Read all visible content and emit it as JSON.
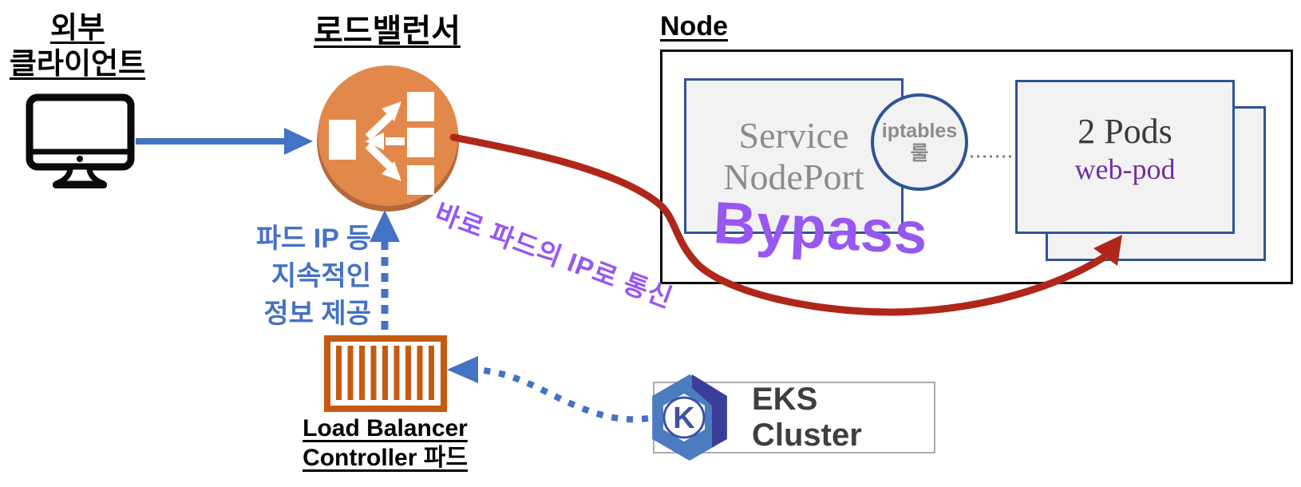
{
  "colors": {
    "blue": "#4472C4",
    "navy": "#2F5496",
    "orange": "#E2884B",
    "orange_dark": "#B5693B",
    "orange_brick": "#C55A11",
    "red": "#B1261B",
    "purple": "#9757F0",
    "purple_dark": "#7030A0",
    "gray_text": "#8C8C8C",
    "gray_fill": "#F2F2F2",
    "gray_border": "#ABABAB",
    "eks_light": "#4C7CC0",
    "eks_dark": "#3B3E99",
    "eks_k": "#3F51A3"
  },
  "client": {
    "lines": [
      "외부",
      "클라이언트"
    ]
  },
  "load_balancer": {
    "label": "로드밸런서"
  },
  "node": {
    "label": "Node"
  },
  "service": {
    "lines": [
      "Service",
      "NodePort"
    ]
  },
  "iptables": {
    "lines": [
      "iptables",
      "룰"
    ]
  },
  "pods": {
    "title": "2 Pods",
    "subtitle": "web-pod"
  },
  "bypass": {
    "label": "Bypass"
  },
  "notes": {
    "direct_ip": "바로 파드의 IP로 통신",
    "pod_info_lines": [
      "파드 IP 등",
      "지속적인",
      "정보 제공"
    ]
  },
  "controller": {
    "lines": [
      "Load Balancer",
      "Controller 파드"
    ]
  },
  "eks": {
    "label": "EKS Cluster",
    "logo_letter": "K"
  }
}
